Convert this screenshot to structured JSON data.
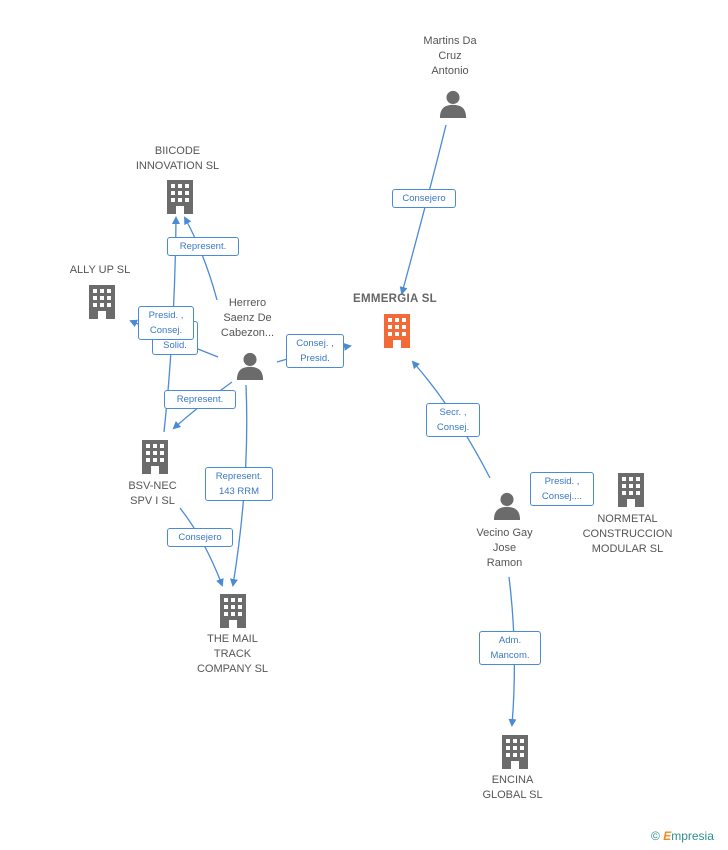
{
  "colors": {
    "edge": "#4a8bd6",
    "icon": "#6b6b6b",
    "main_company": "#f26a38"
  },
  "nodes": {
    "emmergia": {
      "label": "EMMERGIA SL",
      "icon": "building-icon"
    },
    "martins": {
      "label_lines": [
        "Martins Da",
        "Cruz",
        "Antonio"
      ],
      "icon": "person-icon"
    },
    "biicode": {
      "label_lines": [
        "BIICODE",
        "INNOVATION SL"
      ],
      "icon": "building-icon"
    },
    "allyup": {
      "label": "ALLY UP SL",
      "icon": "building-icon"
    },
    "herrero": {
      "label_lines": [
        "Herrero",
        "Saenz De",
        "Cabezon..."
      ],
      "icon": "person-icon"
    },
    "bsv": {
      "label_lines": [
        "BSV-NEC",
        "SPV I SL"
      ],
      "icon": "building-icon"
    },
    "mailtrack": {
      "label_lines": [
        "THE MAIL",
        "TRACK",
        "COMPANY SL"
      ],
      "icon": "building-icon"
    },
    "vecino": {
      "label_lines": [
        "Vecino Gay",
        "Jose",
        "Ramon"
      ],
      "icon": "person-icon"
    },
    "normetal": {
      "label_lines": [
        "NORMETAL",
        "CONSTRUCCION",
        "MODULAR SL"
      ],
      "icon": "building-icon"
    },
    "encina": {
      "label_lines": [
        "ENCINA",
        "GLOBAL SL"
      ],
      "icon": "building-icon"
    }
  },
  "edges": {
    "martins_emmergia": [
      "Consejero"
    ],
    "herrero_biicode": [
      "Represent."
    ],
    "herrero_allyup": [
      "Presid. ,",
      "Consej."
    ],
    "herrero_allyup_behind": [
      "Solid."
    ],
    "herrero_bsv": [
      "Represent."
    ],
    "herrero_emmergia": [
      "Consej. ,",
      "Presid."
    ],
    "herrero_mailtrack": [
      "Represent.",
      "143 RRM"
    ],
    "bsv_mailtrack": [
      "Consejero"
    ],
    "vecino_emmergia": [
      "Secr. ,",
      "Consej."
    ],
    "vecino_normetal": [
      "Presid. ,",
      "Consej...."
    ],
    "vecino_encina": [
      "Adm.",
      "Mancom."
    ]
  },
  "footer": {
    "copyright_symbol": "©",
    "brand_first": "E",
    "brand_rest": "mpresia"
  }
}
